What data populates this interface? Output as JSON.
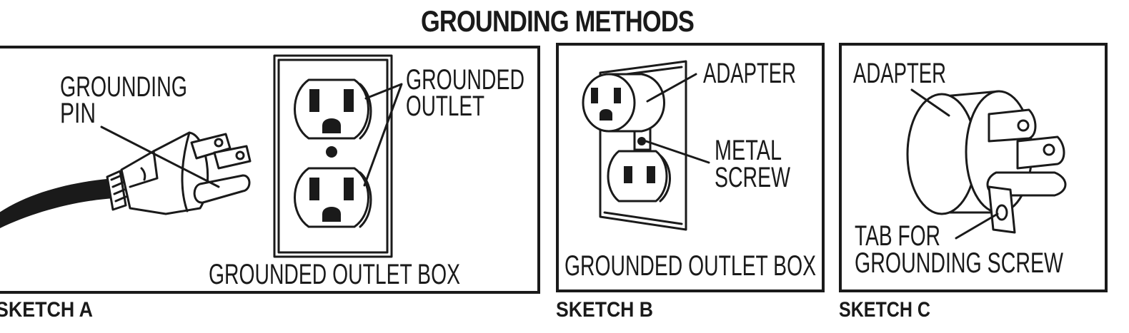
{
  "title": "GROUNDING METHODS",
  "sketch_a": {
    "caption": "SKETCH A",
    "pin_label_line1": "GROUNDING",
    "pin_label_line2": "PIN",
    "outlet_label_line1": "GROUNDED",
    "outlet_label_line2": "OUTLET",
    "box_label": "GROUNDED OUTLET BOX"
  },
  "sketch_b": {
    "caption": "SKETCH B",
    "adapter_label": "ADAPTER",
    "screw_label_line1": "METAL",
    "screw_label_line2": "SCREW",
    "box_label": "GROUNDED OUTLET BOX"
  },
  "sketch_c": {
    "caption": "SKETCH C",
    "adapter_label": "ADAPTER",
    "tab_label_line1": "TAB FOR",
    "tab_label_line2": "GROUNDING SCREW"
  },
  "colors": {
    "ink": "#1a1a1a",
    "paper": "#ffffff"
  }
}
